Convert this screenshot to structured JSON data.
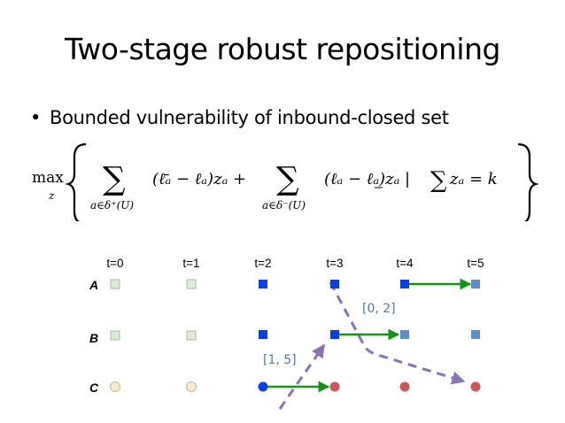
{
  "slide": {
    "title": "Two-stage robust repositioning",
    "bullet": "•",
    "bullet_text": "Bounded vulnerability of inbound-closed set"
  },
  "formula": {
    "max": "max",
    "max_sub": "z",
    "sum1_sub": "a∈δ⁺(U)",
    "term1": "(ℓ̄ₐ − ℓₐ)zₐ +",
    "sum2_sub": "a∈δ⁻(U)",
    "term2": "(ℓₐ − ℓₐ)zₐ |",
    "constraint": "zₐ = k"
  },
  "diagram": {
    "time_labels": [
      "t=0",
      "t=1",
      "t=2",
      "t=3",
      "t=4",
      "t=5"
    ],
    "row_labels": [
      "A",
      "B",
      "C"
    ],
    "interval_A": "[0, 2]",
    "interval_B": "[1, 5]",
    "colors": {
      "empty_square": "#dcebd6",
      "empty_circle": "#f3ebd0",
      "blue": "#0a3fe0",
      "steel": "#5c8fc8",
      "red": "#cd5557",
      "green": "#139613",
      "purple": "#8a72b4",
      "bracket": "#5875a8"
    }
  }
}
